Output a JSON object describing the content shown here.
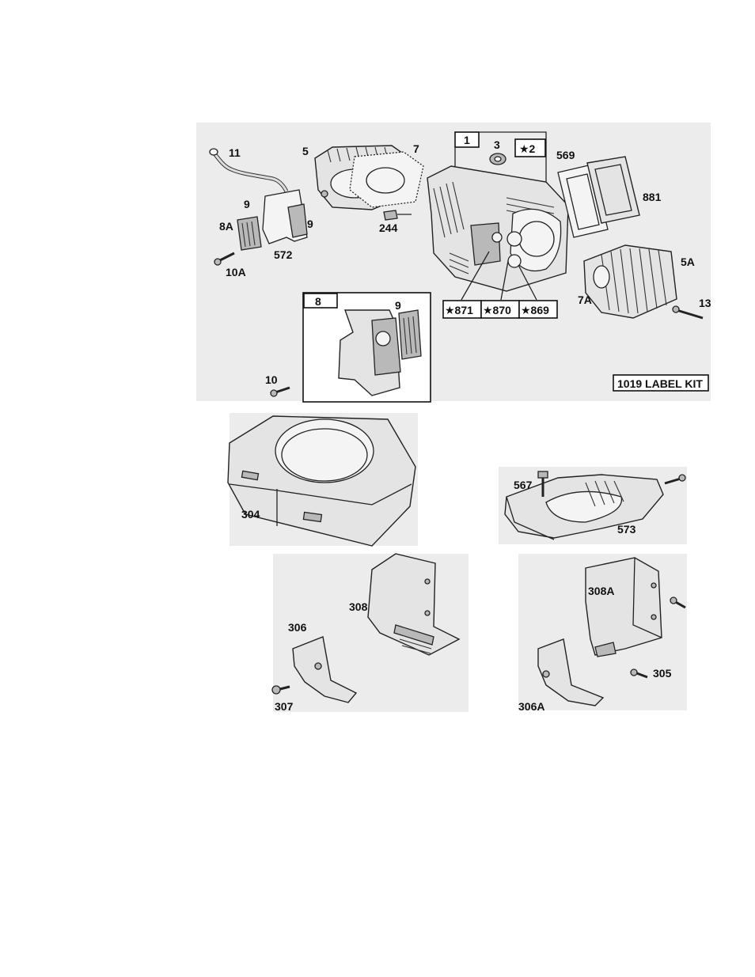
{
  "labels": {
    "l11": "11",
    "l5": "5",
    "l7": "7",
    "l1": "1",
    "l3": "3",
    "l2": "★2",
    "l569": "569",
    "l881": "881",
    "l9a": "9",
    "l9b": "9",
    "l8A": "8A",
    "l572": "572",
    "l10A": "10A",
    "l244": "244",
    "l871": "★871",
    "l870": "★870",
    "l869": "★869",
    "l5A": "5A",
    "l7A": "7A",
    "l13": "13",
    "l8": "8",
    "l9c": "9",
    "l10": "10",
    "kit": "1019 LABEL KIT",
    "l304": "304",
    "l567": "567",
    "l573": "573",
    "l308": "308",
    "l306": "306",
    "l307": "307",
    "l308A": "308A",
    "l305": "305",
    "l306A": "306A"
  }
}
